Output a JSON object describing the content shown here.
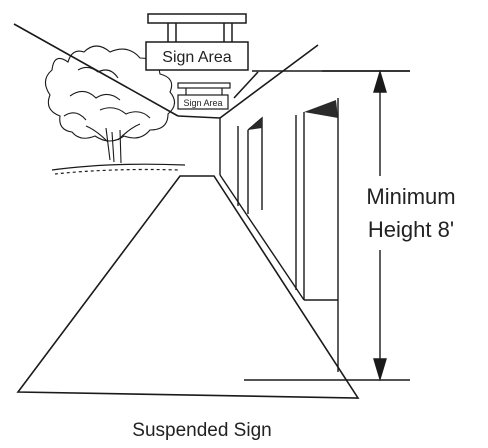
{
  "diagram": {
    "large_sign_text": "Sign Area",
    "small_sign_text": "Sign Area",
    "dimension_label_line1": "Minimum",
    "dimension_label_line2": "Height 8'",
    "caption": "Suspended Sign"
  },
  "colors": {
    "ink": "#1a1a1a",
    "background": "#ffffff",
    "shadow": "#2a2a2a"
  }
}
